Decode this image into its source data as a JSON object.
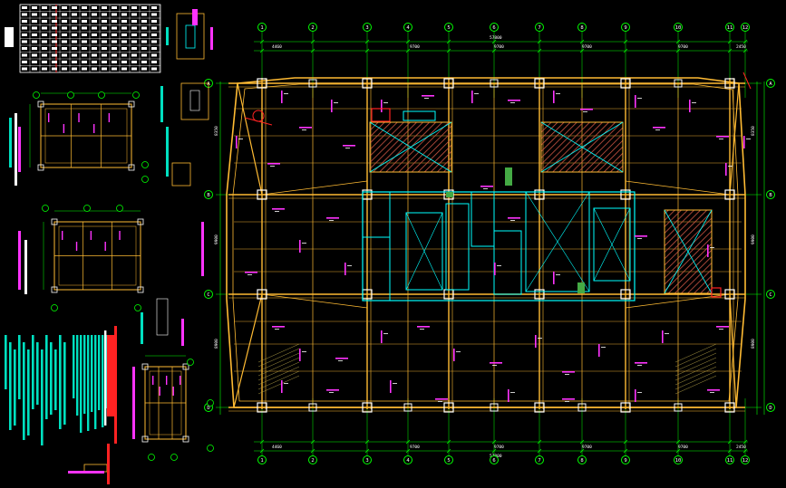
{
  "drawing": {
    "top_grid_labels": [
      "1",
      "2",
      "3",
      "4",
      "5",
      "6",
      "7",
      "8",
      "9",
      "10",
      "11",
      "12"
    ],
    "left_grid_labels": [
      "A",
      "B",
      "C",
      "D"
    ],
    "right_grid_labels": [
      "A",
      "B",
      "C",
      "D"
    ],
    "top_dimensions": [
      "4460",
      "9700",
      "9700",
      "9700",
      "9700",
      "2450"
    ],
    "overall_width": "57800",
    "bottom_dimensions": [
      "4460",
      "9700",
      "9700",
      "9700",
      "9700",
      "2450"
    ],
    "bottom_overall": "57800",
    "left_dimensions": [
      "8350",
      "9900",
      "8900"
    ],
    "right_dimensions": [
      "8350",
      "9900",
      "8900"
    ]
  },
  "colors": {
    "background": "#000000",
    "beam": "#ffbb33",
    "column": "#ffffff",
    "grid": "#00ff00",
    "dimension": "#00ff00",
    "rebar_text": "#ff33ff",
    "core": "#00ffff",
    "slab_hatch": "#cc5544",
    "note": "#00e0c0",
    "red": "#ff2222"
  }
}
